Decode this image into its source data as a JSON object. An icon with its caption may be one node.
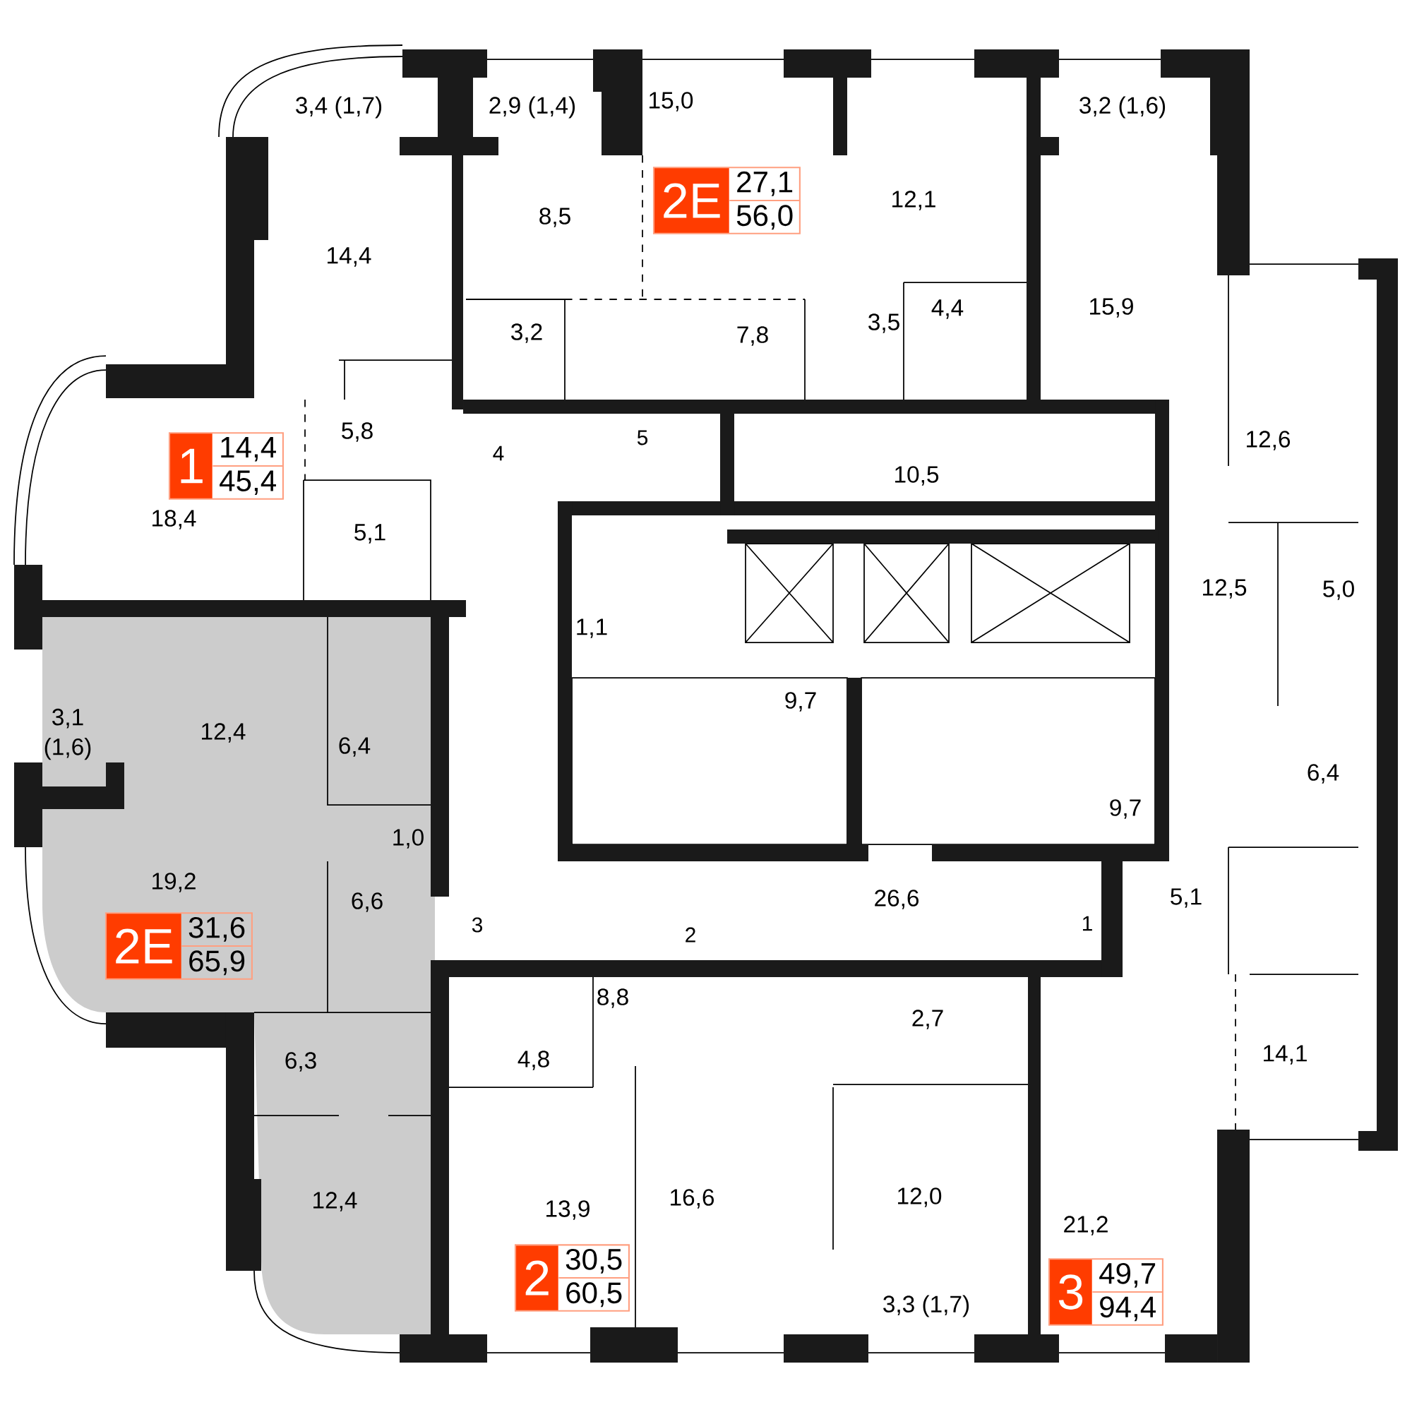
{
  "diagram": {
    "nodes": [
      {
        "text": [
          "2E",
          "27,1",
          "56,0"
        ]
      },
      {
        "text": [
          "1",
          "14,4",
          "45,4"
        ]
      },
      {
        "text": [
          "2E",
          "31,6",
          "65,9"
        ]
      },
      {
        "text": [
          "2",
          "30,5",
          "60,5"
        ]
      },
      {
        "text": [
          "3",
          "49,7",
          "94,4"
        ]
      }
    ],
    "labels": [
      "3,4 (1,7)",
      "2,9 (1,4)",
      "15,0",
      "3,2 (1,6)",
      "12,1",
      "8,5",
      "14,4",
      "15,9",
      "4,4",
      "3,5",
      "3,2",
      "7,8",
      "5,8",
      "5",
      "12,6",
      "4",
      "10,5",
      "18,4",
      "5,1",
      "12,5",
      "5,0",
      "1,1",
      "9,7",
      "3,1 (1,6)",
      "12,4",
      "6,4",
      "6,4",
      "9,7",
      "1,0",
      "19,2",
      "5,1",
      "26,6",
      "6,6",
      "1",
      "3",
      "2",
      "8,8",
      "2,7",
      "14,1",
      "4,8",
      "6,3",
      "16,6",
      "12,0",
      "12,4",
      "13,9",
      "21,2",
      "3,3 (1,7)"
    ]
  }
}
